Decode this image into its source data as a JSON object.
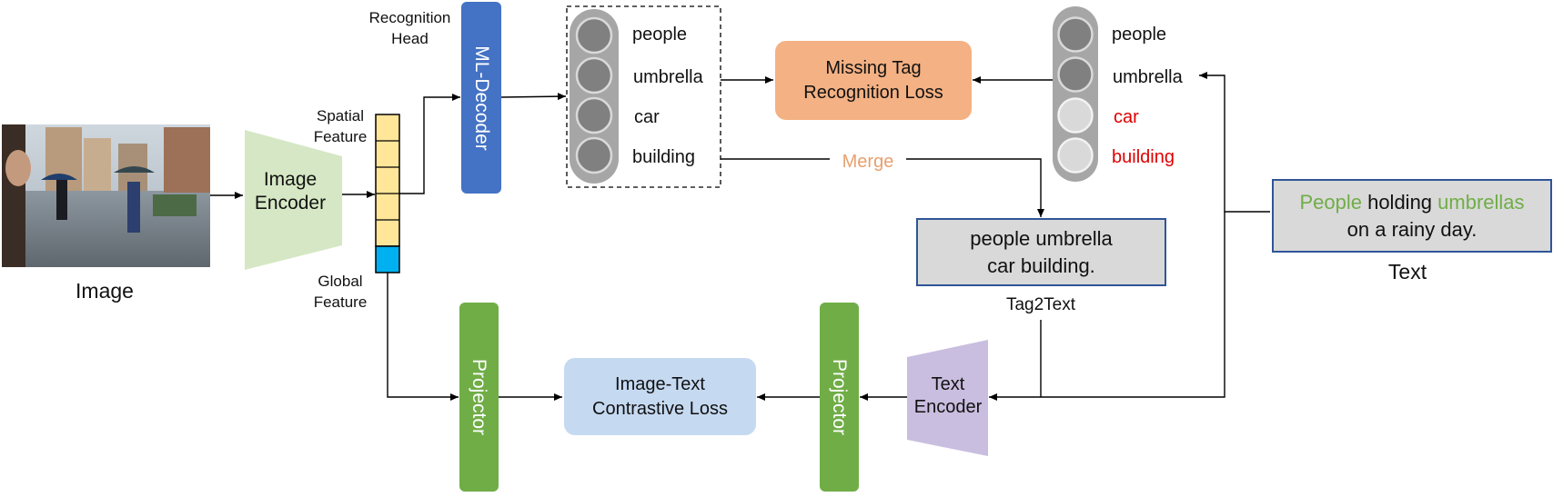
{
  "image": {
    "label": "Image",
    "alt": "city street on a rainy day"
  },
  "image_encoder": {
    "line1": "Image",
    "line2": "Encoder"
  },
  "spatial_feature": {
    "line1": "Spatial",
    "line2": "Feature"
  },
  "global_feature": {
    "line1": "Global",
    "line2": "Feature"
  },
  "recognition_head": {
    "line1": "Recognition",
    "line2": "Head"
  },
  "ml_decoder": {
    "label": "ML-Decoder"
  },
  "predicted_tags": [
    "people",
    "umbrella",
    "car",
    "building"
  ],
  "parsed_tags": [
    {
      "label": "people",
      "state": "present"
    },
    {
      "label": "umbrella",
      "state": "present"
    },
    {
      "label": "car",
      "state": "missing"
    },
    {
      "label": "building",
      "state": "missing"
    }
  ],
  "missing_tag_loss": {
    "line1": "Missing Tag",
    "line2": "Recognition Loss"
  },
  "merge": {
    "label": "Merge"
  },
  "tag2text": {
    "line1": "people umbrella",
    "line2": "car building.",
    "caption": "Tag2Text"
  },
  "text_input": {
    "w1": "People",
    "w2": " holding ",
    "w3": "umbrellas",
    "line2": "on a rainy day.",
    "caption": "Text"
  },
  "projector_left": {
    "label": "Projector"
  },
  "projector_right": {
    "label": "Projector"
  },
  "contrastive_loss": {
    "line1": "Image-Text",
    "line2": "Contrastive Loss"
  },
  "text_encoder": {
    "line1": "Text",
    "line2": "Encoder"
  },
  "colors": {
    "encoder_green": "#d5e7c4",
    "ml_decoder_blue": "#4472c4",
    "feature_yellow": "#ffe699",
    "global_cyan": "#00b0f0",
    "loss_orange": "#f4b183",
    "merge_orange": "#e8a06f",
    "tag_box_grey": "#d9d9d9",
    "tag_box_border": "#2f5597",
    "projector_green": "#70ad47",
    "contrastive_blue": "#c5d9f1",
    "text_encoder_purple": "#c9bedf",
    "missing_red": "#e00000",
    "word_green": "#70ad47"
  }
}
